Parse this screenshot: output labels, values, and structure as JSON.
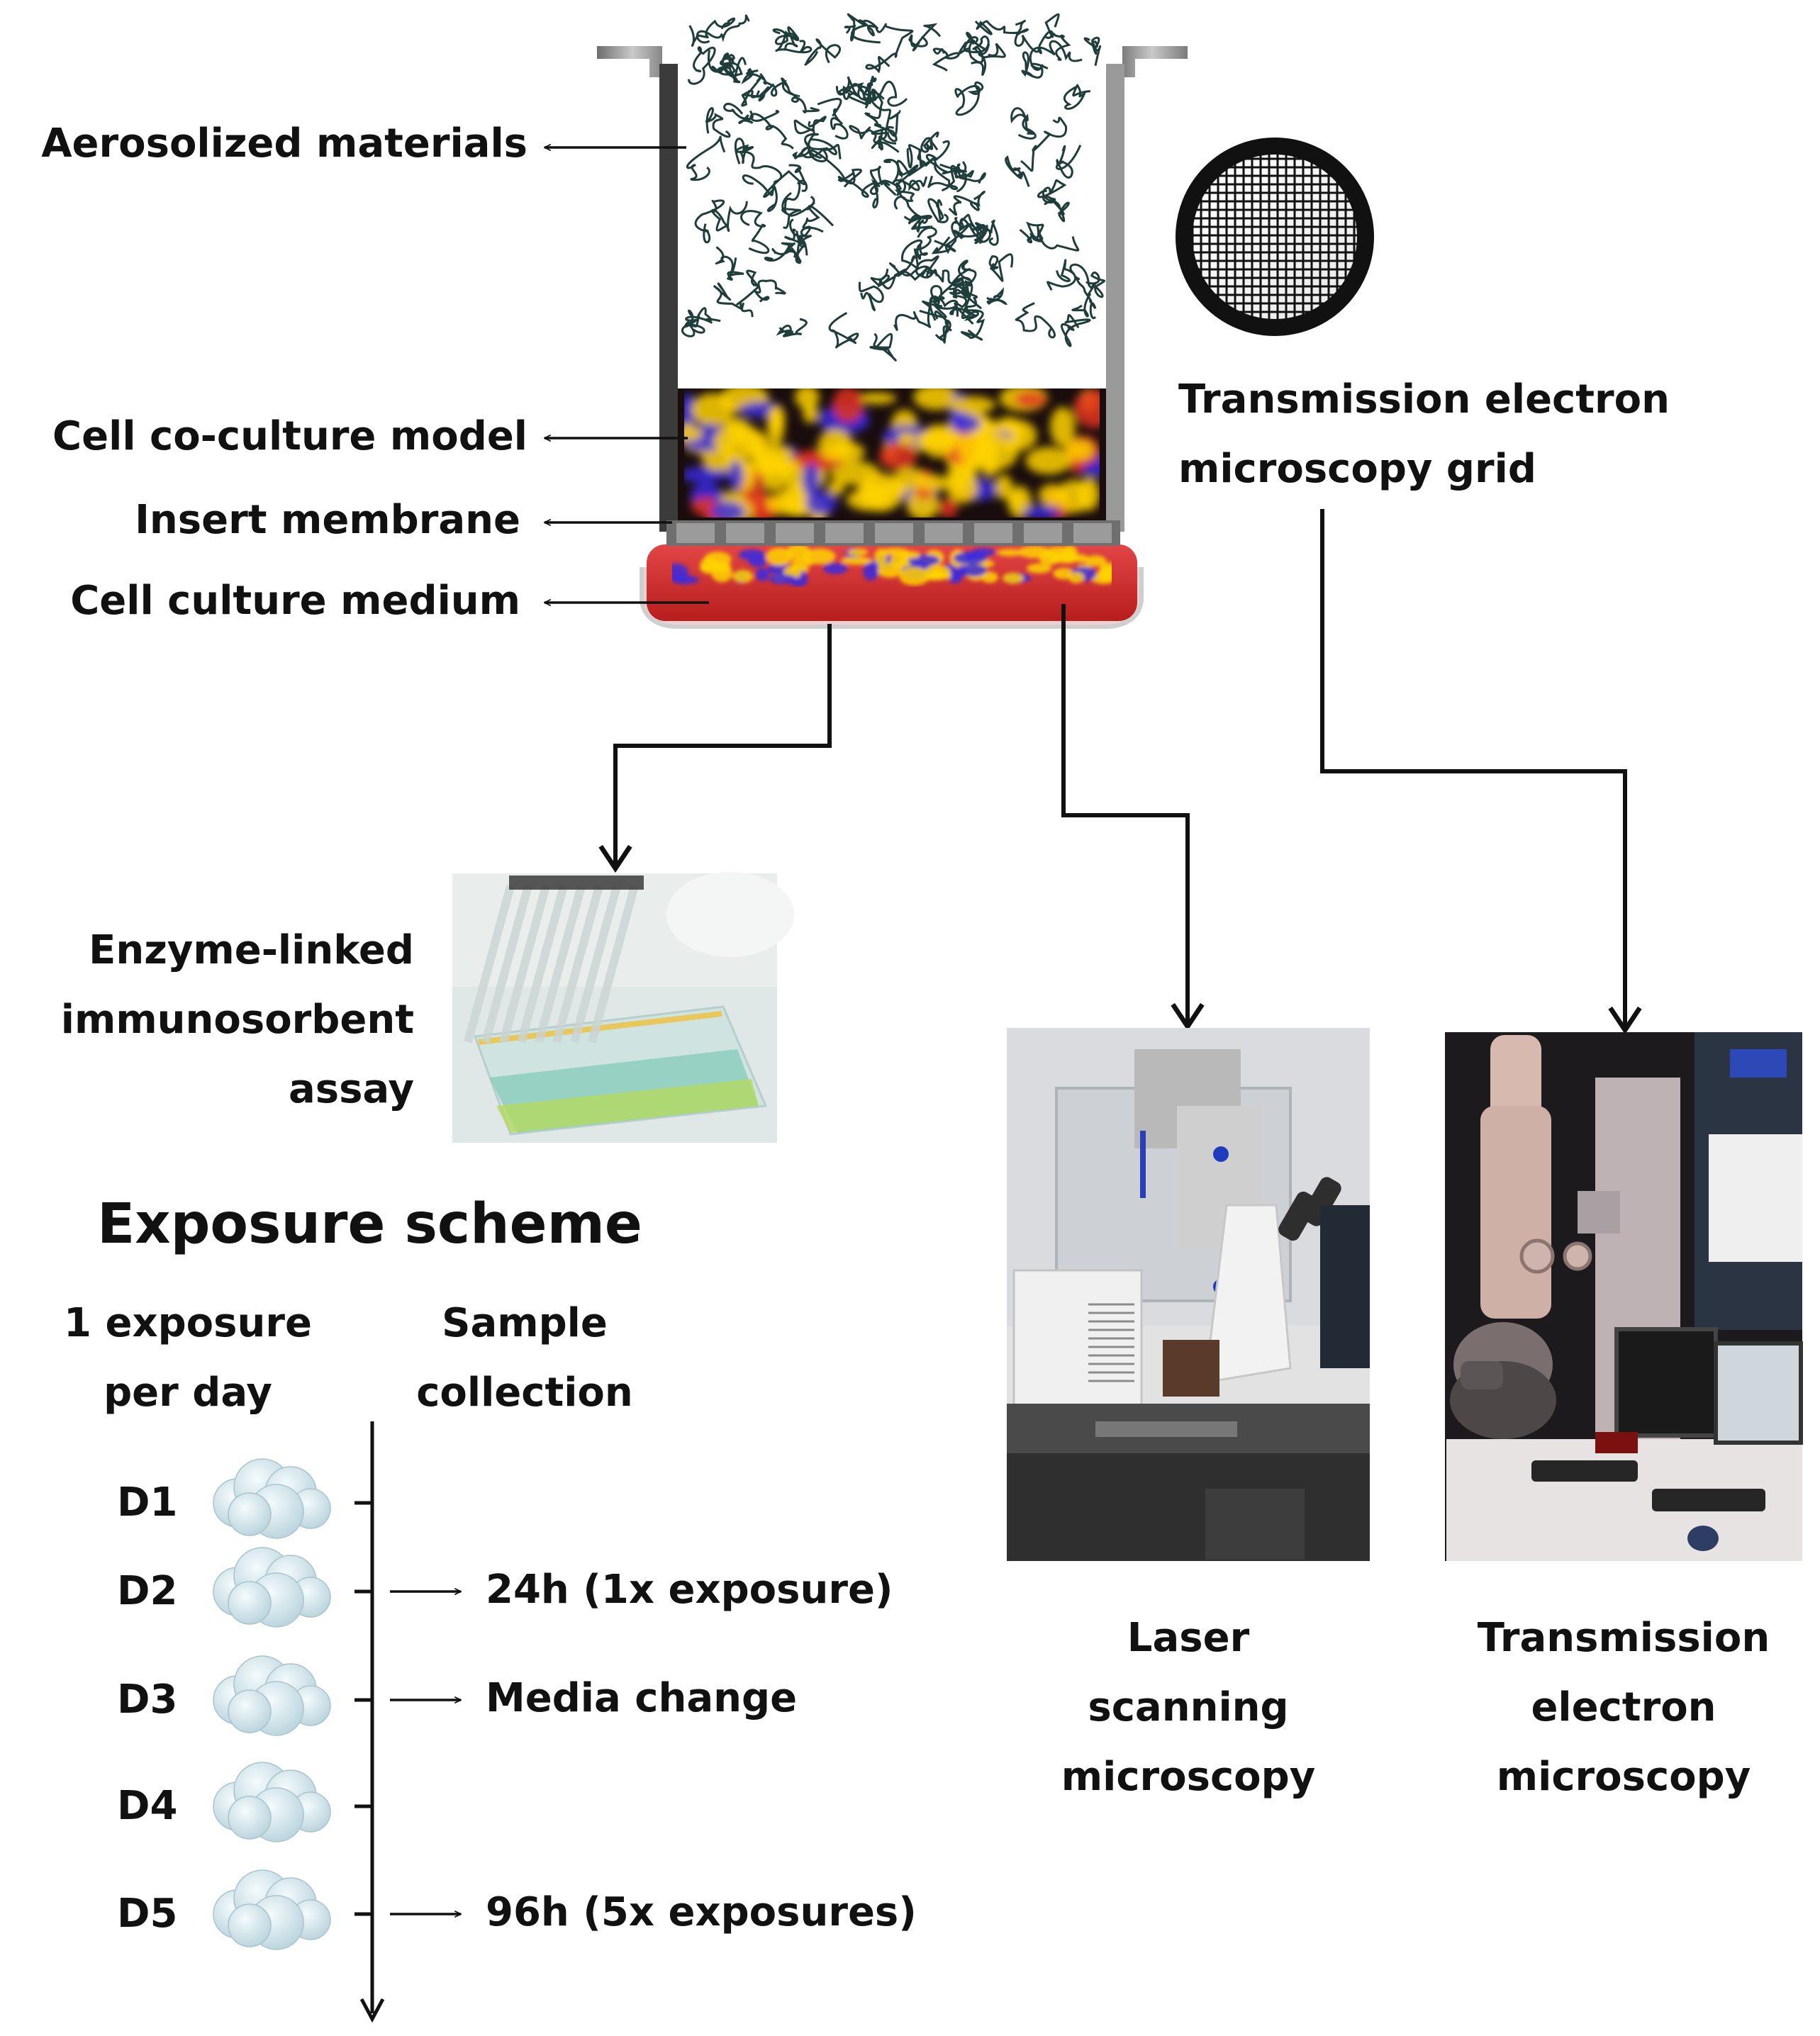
{
  "insert_labels": {
    "aerosol": "Aerosolized materials",
    "coculture": "Cell co-culture model",
    "membrane": "Insert membrane",
    "medium": "Cell culture medium"
  },
  "tem_grid_label": [
    "Transmission electron",
    "microscopy grid"
  ],
  "elisa_label": [
    "Enzyme-linked",
    "immunosorbent",
    "assay"
  ],
  "lsm_label": [
    "Laser",
    "scanning",
    "microscopy"
  ],
  "tem_label": [
    "Transmission",
    "electron",
    "microscopy"
  ],
  "exposure": {
    "title": "Exposure scheme",
    "col1": [
      "1 exposure",
      "per day"
    ],
    "col2": [
      "Sample",
      "collection"
    ],
    "days": [
      {
        "label": "D1",
        "note": ""
      },
      {
        "label": "D2",
        "note": "24h (1x exposure)"
      },
      {
        "label": "D3",
        "note": "Media  change"
      },
      {
        "label": "D4",
        "note": ""
      },
      {
        "label": "D5",
        "note": "96h (5x exposures)"
      }
    ]
  },
  "colors": {
    "medium": "#d93030",
    "cells_yellow": "#ffd400",
    "cells_blue": "#3a2be0",
    "fiber": "#1f3d3a",
    "line": "#111111"
  }
}
